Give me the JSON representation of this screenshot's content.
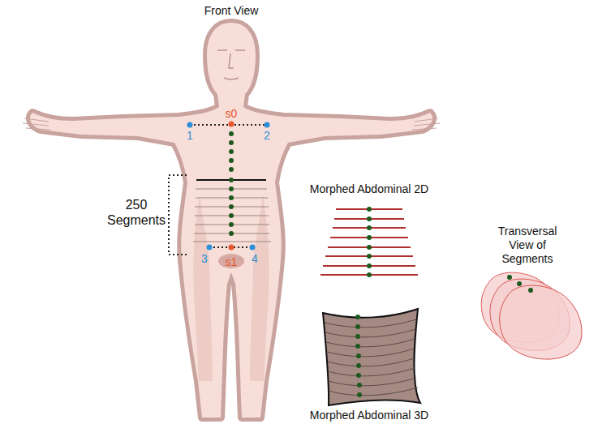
{
  "diagram": {
    "labels": [
      "Front View",
      "s0",
      "1",
      "2",
      "250 Segments",
      "Morphed Abdominal 2D",
      "Transversal View of Segments",
      "3",
      "s1",
      "4",
      "Morphed Abdominal 3D"
    ]
  }
}
